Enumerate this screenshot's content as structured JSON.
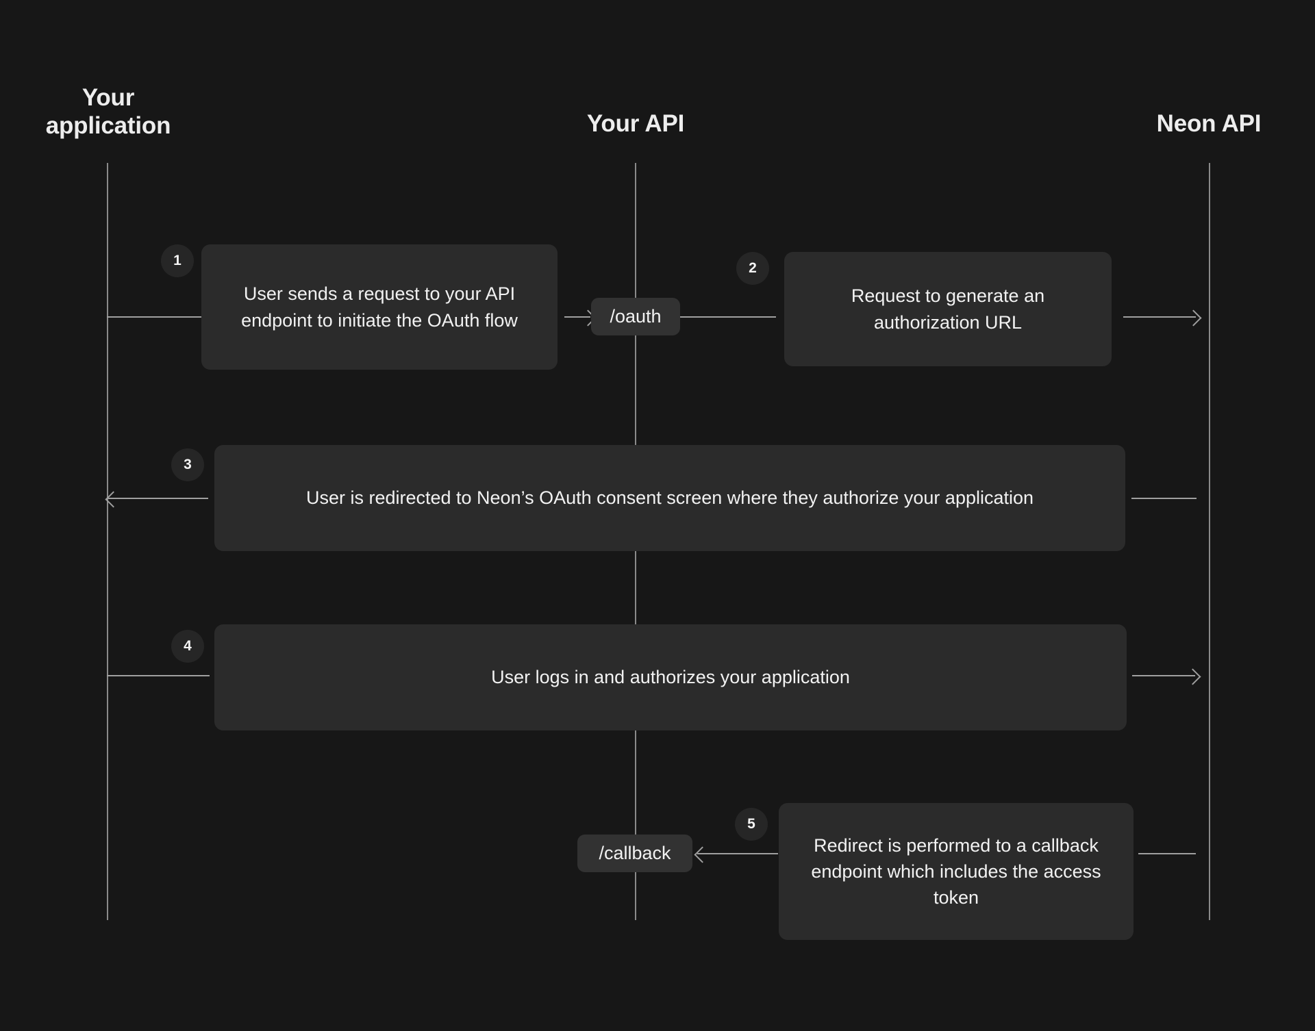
{
  "diagram": {
    "title": "Neon OAuth flow sequence diagram",
    "background_color": "#171717",
    "box_color": "#2b2b2b",
    "pill_color": "#323232",
    "badge_color": "#262626",
    "line_color": "#a0a0a0",
    "text_color": "#f2f2f2"
  },
  "lanes": [
    {
      "id": "your-application",
      "label": "Your\napplication"
    },
    {
      "id": "your-api",
      "label": "Your API"
    },
    {
      "id": "neon-api",
      "label": "Neon API"
    }
  ],
  "steps": [
    {
      "number": "1",
      "text": "User sends a request to your API endpoint to initiate the OAuth flow"
    },
    {
      "number": "2",
      "text": "Request to generate an authorization URL"
    },
    {
      "number": "3",
      "text": "User is redirected to Neon’s OAuth consent screen where they authorize your application"
    },
    {
      "number": "4",
      "text": "User logs in and authorizes your application"
    },
    {
      "number": "5",
      "text": "Redirect is performed to a callback endpoint which includes the access token"
    }
  ],
  "endpoints": [
    {
      "id": "oauth",
      "label": "/oauth"
    },
    {
      "id": "callback",
      "label": "/callback"
    }
  ]
}
